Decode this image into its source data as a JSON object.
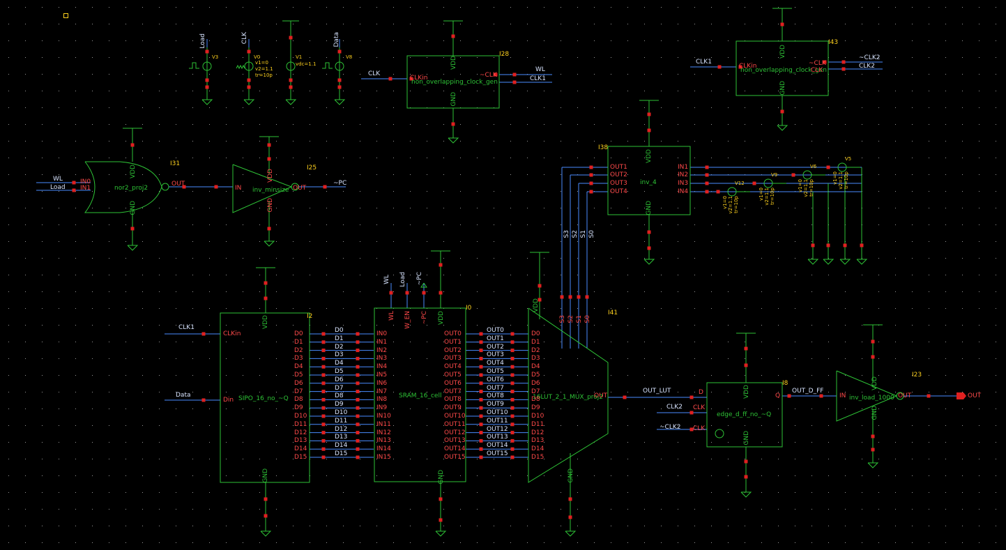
{
  "colors": {
    "background": "#000000",
    "wire": "#4a8cff",
    "symbol": "#2ec236",
    "pin": "#ff4a4a",
    "instance": "#ffd21e",
    "net_text": "#d8e4ff"
  },
  "sources": {
    "load_net": "Load",
    "v3": "V3",
    "clk_net": "CLK",
    "v0": "V0",
    "v0_params": [
      "v1=0",
      "v2=1.1",
      "tr=10p"
    ],
    "v1": "V1",
    "v1_params": "vdc=1.1",
    "data_net": "Data",
    "v8": "V8"
  },
  "clkgen1": {
    "inst": "I28",
    "cell": "non_overlapping_clock_gen",
    "in_pin": "CLKin",
    "out_pin": "~CLK",
    "gnd": "GND",
    "vdd": "VDD",
    "in_net": "CLK",
    "out_net1": "WL",
    "out_net2": "CLK1"
  },
  "clkgen2": {
    "inst": "I43",
    "cell": "non_overlapping_clock_gen",
    "in_pin": "CLKin",
    "out_pin": "~CLK",
    "out_pin2": "CLK",
    "gnd": "GND",
    "vdd": "VDD",
    "in_net": "CLK1",
    "out_net1": "~CLK2",
    "out_net2": "CLK2"
  },
  "nor": {
    "inst": "I31",
    "cell": "nor2_proj2",
    "in0": "IN0",
    "in1": "IN1",
    "out": "OUT",
    "vdd": "VDD",
    "gnd": "GND",
    "net_in0": "WL",
    "net_in1": "Load"
  },
  "inv_min": {
    "inst": "I25",
    "cell": "inv_minsize",
    "in": "IN",
    "out": "OUT",
    "vdd": "VDD",
    "gnd": "GND",
    "net_out": "~PC"
  },
  "inv4": {
    "inst": "I38",
    "cell": "inv_4",
    "vdd": "VDD",
    "gnd": "GND",
    "outs": [
      "OUT1",
      "OUT2",
      "OUT3",
      "OUT4"
    ],
    "ins": [
      "IN1",
      "IN2",
      "IN3",
      "IN4"
    ],
    "sel_nets": [
      "S3",
      "S2",
      "S1",
      "S0"
    ],
    "src_params": [
      "v1=0",
      "v2=1.1",
      "tr=10p"
    ],
    "src_insts": [
      "V5",
      "V6",
      "V9",
      "V12"
    ]
  },
  "sipo": {
    "inst": "I2",
    "cell": "SIPO_16_no_~Q",
    "clk_pin": "CLKin",
    "din_pin": "Din",
    "vdd": "VDD",
    "gnd": "GND",
    "net_clk": "CLK1",
    "net_data": "Data",
    "d_pins": [
      "D0",
      "D1",
      "D2",
      "D3",
      "D4",
      "D5",
      "D6",
      "D7",
      "D8",
      "D9",
      "D10",
      "D11",
      "D12",
      "D13",
      "D14",
      "D15"
    ]
  },
  "bus1_nets": [
    "D0",
    "D1",
    "D2",
    "D3",
    "D4",
    "D5",
    "D6",
    "D7",
    "D8",
    "D9",
    "D10",
    "D11",
    "D12",
    "D13",
    "D14",
    "D15"
  ],
  "sram": {
    "inst": "I0",
    "cell": "SRAM_16_cell",
    "top_pins": [
      "WL",
      "W_EN",
      "~PC",
      "VDD"
    ],
    "top_nets": [
      "WL",
      "Load",
      "~PC"
    ],
    "gnd": "GND",
    "in_pins": [
      "IN0",
      "IN1",
      "IN2",
      "IN3",
      "IN4",
      "IN5",
      "IN6",
      "IN7",
      "IN8",
      "IN9",
      "IN10",
      "IN11",
      "IN12",
      "IN13",
      "IN14",
      "IN15"
    ],
    "out_pins": [
      "OUT0",
      "OUT1",
      "OUT2",
      "OUT3",
      "OUT4",
      "OUT5",
      "OUT6",
      "OUT7",
      "OUT8",
      "OUT9",
      "OUT10",
      "OUT11",
      "OUT12",
      "OUT13",
      "OUT14",
      "OUT15"
    ]
  },
  "bus2_nets": [
    "OUT0",
    "OUT1",
    "OUT2",
    "OUT3",
    "OUT4",
    "OUT5",
    "OUT6",
    "OUT7",
    "OUT8",
    "OUT9",
    "OUT10",
    "OUT11",
    "OUT12",
    "OUT13",
    "OUT14",
    "OUT15"
  ],
  "mux": {
    "inst": "I41",
    "cell": "16LUT_2_1_MUX_proj2",
    "vdd": "VDD",
    "gnd": "GND",
    "out": "OUT",
    "sel_pins": [
      "S3",
      "S2",
      "S1",
      "S0"
    ],
    "d_pins": [
      "D0",
      "D1",
      "D2",
      "D3",
      "D4",
      "D5",
      "D6",
      "D7",
      "D8",
      "D9",
      "D10",
      "D11",
      "D12",
      "D13",
      "D14",
      "D15"
    ]
  },
  "dff": {
    "inst": "I8",
    "cell": "edge_d_ff_no_~Q",
    "d": "D",
    "q": "Q",
    "clk": "CLK",
    "vdd": "VDD",
    "gnd": "GND",
    "net_d": "OUT_LUT",
    "net_clk": "CLK2",
    "net_nclk": "~CLK2",
    "net_q": "OUT_D_FF"
  },
  "inv_load": {
    "inst": "I23",
    "cell": "inv_load_1000",
    "in": "IN",
    "out": "OUT",
    "vdd": "VDD",
    "gnd": "GND",
    "net_out": "OUT"
  }
}
